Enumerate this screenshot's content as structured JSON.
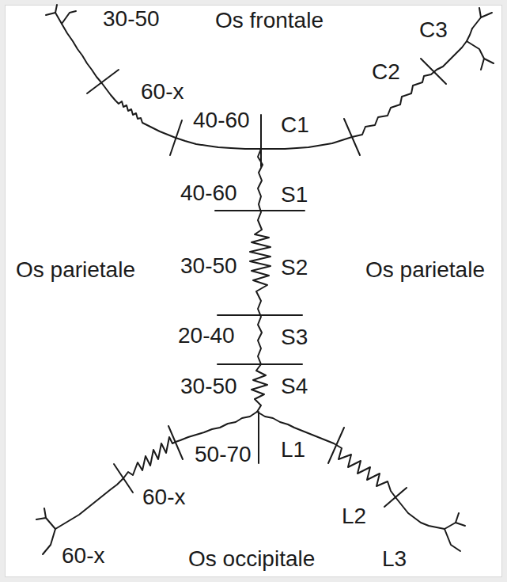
{
  "diagram": {
    "labels": [
      "30-50",
      "Os frontale",
      "C3",
      "60-x",
      "C2",
      "40-60",
      "C1",
      "40-60",
      "S1",
      "Os parietale",
      "30-50",
      "S2",
      "Os parietale",
      "20-40",
      "S3",
      "30-50",
      "S4",
      "50-70",
      "L1",
      "60-x",
      "L2",
      "60-x",
      "L3",
      "Os occipitale"
    ]
  }
}
